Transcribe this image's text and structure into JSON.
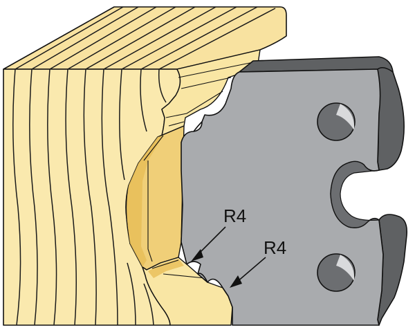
{
  "annotations": [
    {
      "id": "upper",
      "text": "R4"
    },
    {
      "id": "lower",
      "text": "R4"
    }
  ],
  "colors": {
    "wood_face": "#FAE9AE",
    "wood_face_shade": "#F6DC95",
    "wood_top": "#F8E2A0",
    "wood_profile_light": "#F9E6A4",
    "wood_profile_dark": "#E8BE58",
    "wood_profile_mid": "#F0CF78",
    "grain": "#1A1A1A",
    "blade_face": "#A9ABAE",
    "blade_side": "#5F6163",
    "blade_hole": "#6C6E71",
    "outline": "#111111"
  }
}
